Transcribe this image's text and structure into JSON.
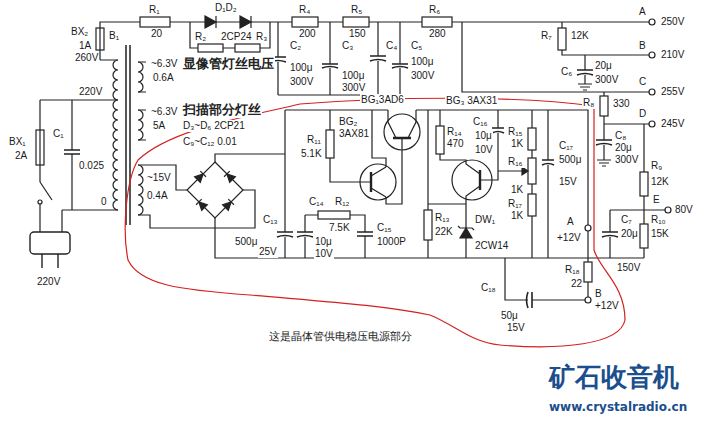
{
  "diagram": {
    "caption": "这是晶体管供电稳压电源部分",
    "labels": [
      "BX₂",
      "1A",
      "260V",
      "B₁",
      "R₁",
      "20",
      "D₁D₂",
      "R₂",
      "2CP24",
      "R₃",
      "R₄",
      "200",
      "C₂",
      "100μ",
      "300V",
      "R₅",
      "150",
      "C₃",
      "100μ",
      "300V",
      "C₄",
      "C₅",
      "100μ",
      "300V",
      "R₆",
      "280",
      "R₇",
      "12K",
      "A",
      "250V",
      "B",
      "210V",
      "C₆",
      "20μ",
      "300V",
      "C",
      "255V",
      "~6.3V",
      "0.6A",
      "显像管灯丝电压",
      "220V",
      "~6.3V",
      "5A",
      "扫描部分灯丝",
      "D₃~D₆ 2CP21",
      "C₉~C₁₂ 0.01",
      "C₁",
      "0.025",
      "BX₁",
      "2A",
      "0",
      "220V",
      "~15V",
      "0.4A",
      "BG₁3AD6",
      "BG₃ 3AX31",
      "BG₂",
      "3AX81",
      "R₁₁",
      "5.1K",
      "R₁₄",
      "470",
      "C₁₆",
      "10μ",
      "10V",
      "R₁₅",
      "1K",
      "R₁₆",
      "1K",
      "R₁₇",
      "1K",
      "C₁₇",
      "500μ",
      "15V",
      "D",
      "245V",
      "R₈",
      "330",
      "C₈",
      "20μ",
      "300V",
      "R₉",
      "12K",
      "E",
      "80V",
      "R₁₀",
      "15K",
      "C₇",
      "20μ",
      "150V",
      "A",
      "+12V",
      "R₁₈",
      "22",
      "B",
      "+12V",
      "C₁₈",
      "50μ",
      "15V",
      "R₁₂",
      "7.5K",
      "C₁₅",
      "1000P",
      "R₁₃",
      "22K",
      "DW₁",
      "2CW14",
      "C₁₃",
      "500μ",
      "25V",
      "C₁₄",
      "10μ",
      "10V",
      "矿石收音机",
      "www.crystalradio.cn"
    ]
  }
}
